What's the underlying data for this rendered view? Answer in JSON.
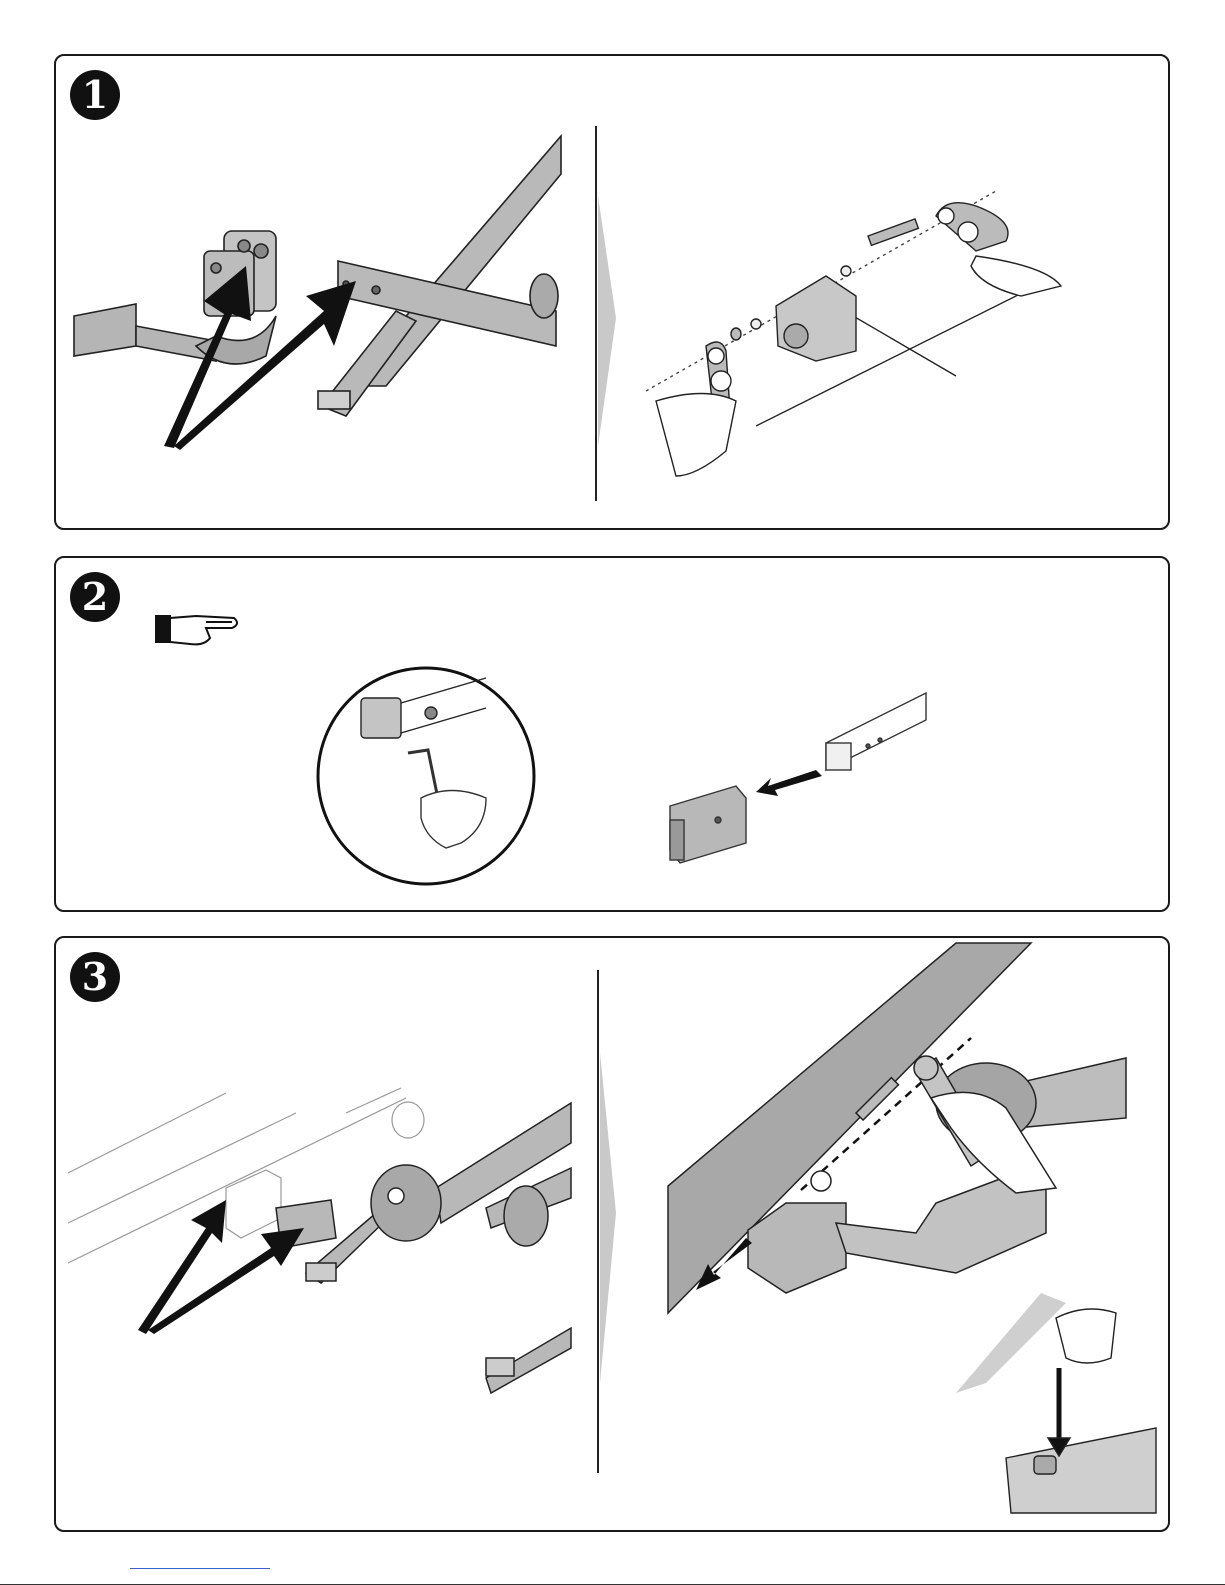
{
  "steps": [
    {
      "number": "1"
    },
    {
      "number": "2"
    },
    {
      "number": "3"
    }
  ],
  "colors": {
    "frame": "#1a1a1a",
    "metal": "#b7b7b7",
    "metal_dark": "#8e8e8e",
    "separator_arrow": "#c9c9c9",
    "callout_arrow": "#111111"
  },
  "icons": [
    "pointing-hand-icon",
    "hex-key-icon",
    "wrench-icon",
    "callout-arrow-icon",
    "detail-circle-icon"
  ]
}
